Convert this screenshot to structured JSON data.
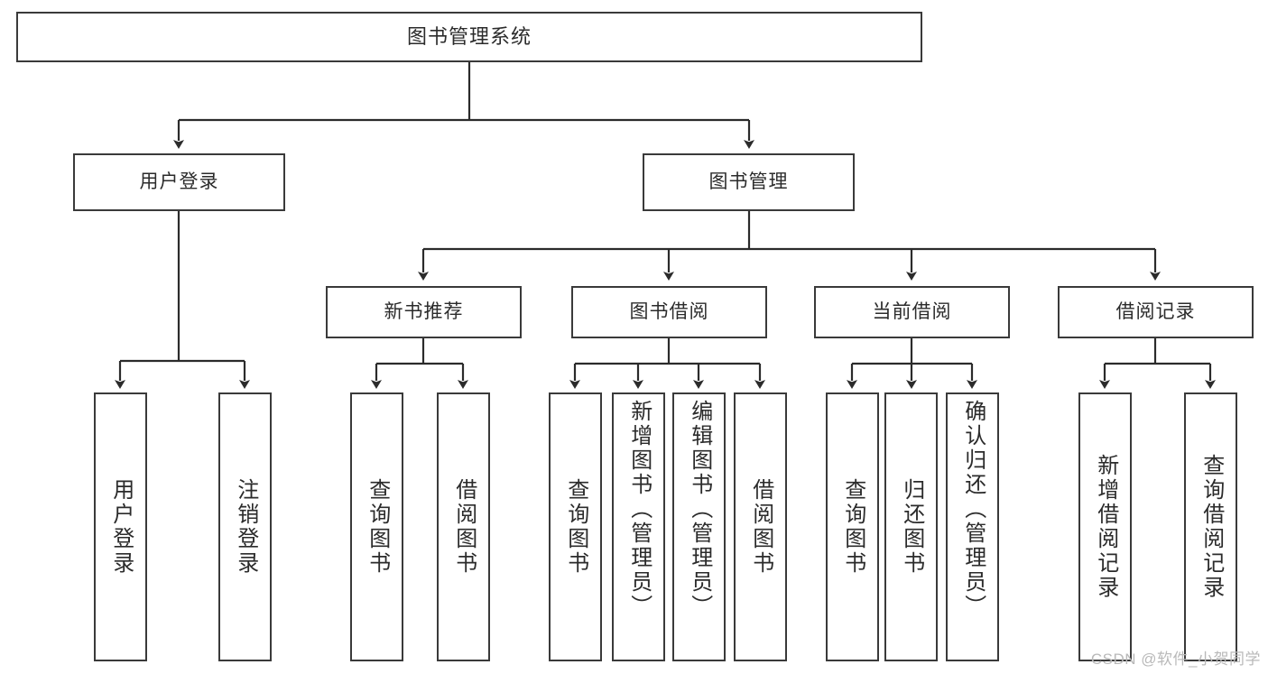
{
  "diagram": {
    "title": "图书管理系统",
    "type": "tree-hierarchy-diagram",
    "colors": {
      "box_border": "#3a3a3a",
      "box_fill": "#ffffff",
      "connector": "#2b2b2b",
      "text": "#2b2b2b",
      "watermark": "#b9b9b9",
      "background": "#ffffff"
    },
    "root": {
      "label": "图书管理系统"
    },
    "level2": [
      {
        "label": "用户登录"
      },
      {
        "label": "图书管理"
      }
    ],
    "level3": [
      {
        "label": "新书推荐"
      },
      {
        "label": "图书借阅"
      },
      {
        "label": "当前借阅"
      },
      {
        "label": "借阅记录"
      }
    ],
    "leaves": {
      "user_login": [
        {
          "label": "用户登录"
        },
        {
          "label": "注销登录"
        }
      ],
      "new_book_recommend": [
        {
          "label": "查询图书"
        },
        {
          "label": "借阅图书"
        }
      ],
      "book_borrow": [
        {
          "label": "查询图书"
        },
        {
          "label": "新增图书（管理员）"
        },
        {
          "label": "编辑图书（管理员）"
        },
        {
          "label": "借阅图书"
        }
      ],
      "current_borrow": [
        {
          "label": "查询图书"
        },
        {
          "label": "归还图书"
        },
        {
          "label": "确认归还（管理员）"
        }
      ],
      "borrow_record": [
        {
          "label": "新增借阅记录"
        },
        {
          "label": "查询借阅记录"
        }
      ]
    }
  },
  "watermark": {
    "text": "CSDN @软件_小贺同学"
  }
}
